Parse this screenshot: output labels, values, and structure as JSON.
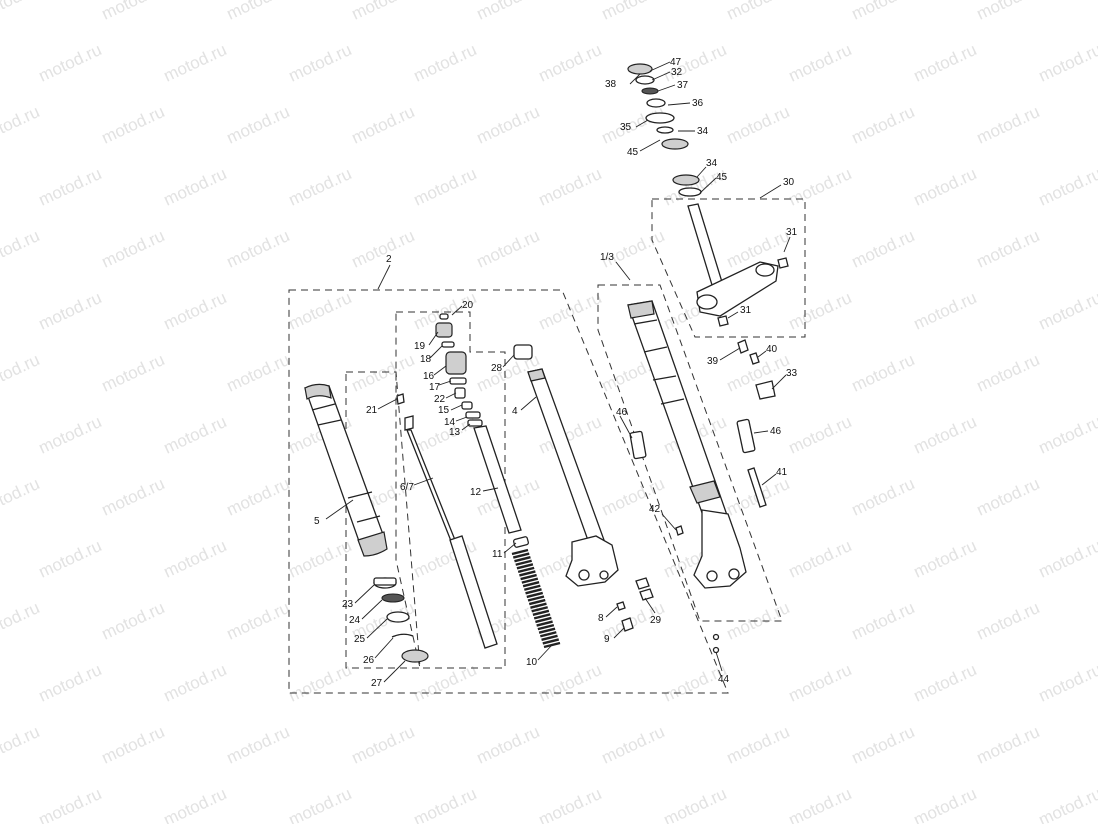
{
  "watermark": {
    "text": "motod.ru",
    "color": "#e2e2e2"
  },
  "callouts": [
    {
      "id": "c-2",
      "label": "2"
    },
    {
      "id": "c-13a",
      "label": "1/3"
    },
    {
      "id": "c-30",
      "label": "30"
    },
    {
      "id": "c-31a",
      "label": "31"
    },
    {
      "id": "c-31b",
      "label": "31"
    },
    {
      "id": "c-47",
      "label": "47"
    },
    {
      "id": "c-32",
      "label": "32"
    },
    {
      "id": "c-38",
      "label": "38"
    },
    {
      "id": "c-37",
      "label": "37"
    },
    {
      "id": "c-36",
      "label": "36"
    },
    {
      "id": "c-35",
      "label": "35"
    },
    {
      "id": "c-34a",
      "label": "34"
    },
    {
      "id": "c-45a",
      "label": "45"
    },
    {
      "id": "c-34b",
      "label": "34"
    },
    {
      "id": "c-45b",
      "label": "45"
    },
    {
      "id": "c-20",
      "label": "20"
    },
    {
      "id": "c-19",
      "label": "19"
    },
    {
      "id": "c-18",
      "label": "18"
    },
    {
      "id": "c-16",
      "label": "16"
    },
    {
      "id": "c-17",
      "label": "17"
    },
    {
      "id": "c-22",
      "label": "22"
    },
    {
      "id": "c-15",
      "label": "15"
    },
    {
      "id": "c-14",
      "label": "14"
    },
    {
      "id": "c-13",
      "label": "13"
    },
    {
      "id": "c-21",
      "label": "21"
    },
    {
      "id": "c-28",
      "label": "28"
    },
    {
      "id": "c-4",
      "label": "4"
    },
    {
      "id": "c-46a",
      "label": "46"
    },
    {
      "id": "c-46b",
      "label": "46"
    },
    {
      "id": "c-39",
      "label": "39"
    },
    {
      "id": "c-40",
      "label": "40"
    },
    {
      "id": "c-33",
      "label": "33"
    },
    {
      "id": "c-41",
      "label": "41"
    },
    {
      "id": "c-42",
      "label": "42"
    },
    {
      "id": "c-5",
      "label": "5"
    },
    {
      "id": "c-67",
      "label": "6/7"
    },
    {
      "id": "c-12",
      "label": "12"
    },
    {
      "id": "c-11",
      "label": "11"
    },
    {
      "id": "c-10",
      "label": "10"
    },
    {
      "id": "c-23",
      "label": "23"
    },
    {
      "id": "c-24",
      "label": "24"
    },
    {
      "id": "c-25",
      "label": "25"
    },
    {
      "id": "c-26",
      "label": "26"
    },
    {
      "id": "c-27",
      "label": "27"
    },
    {
      "id": "c-8",
      "label": "8"
    },
    {
      "id": "c-9",
      "label": "9"
    },
    {
      "id": "c-29",
      "label": "29"
    },
    {
      "id": "c-44",
      "label": "44"
    }
  ]
}
